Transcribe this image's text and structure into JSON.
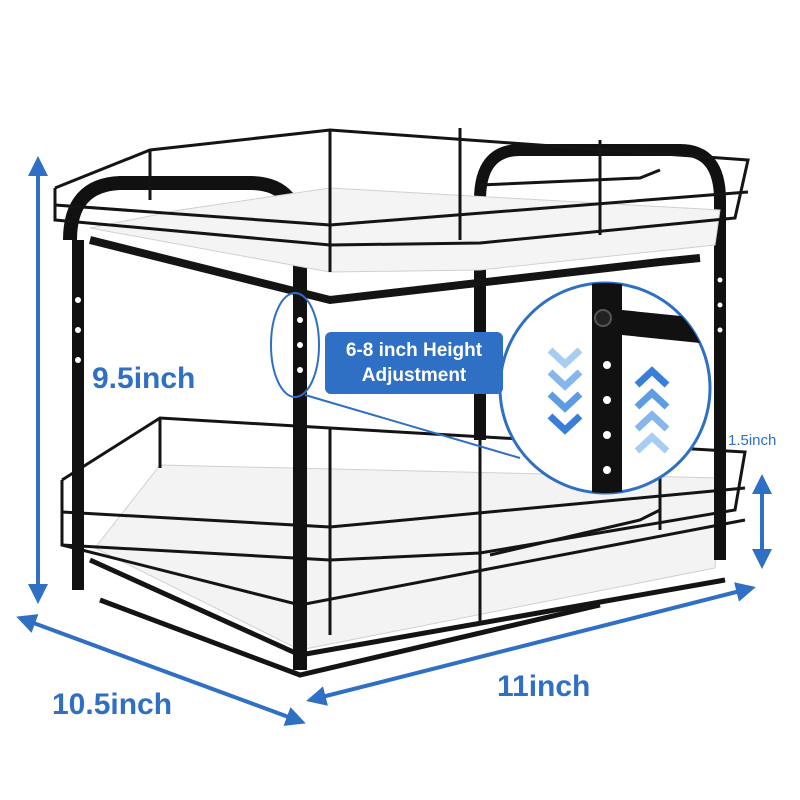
{
  "colors": {
    "accent": "#2f6fc4",
    "frame": "#141414",
    "shelf": "#f2f2f2",
    "callout_bg": "#2f6fc4",
    "chevron_down": "#6aa6e8",
    "chevron_up": "#6aa6e8"
  },
  "dimensions": {
    "height": "9.5inch",
    "depth": "10.5inch",
    "width": "11inch",
    "gap": "1.5inch"
  },
  "callout": {
    "line1": "6-8 inch Height",
    "line2": "Adjustment"
  },
  "icons": {
    "down_arrows": "chevron-down-icon",
    "up_arrows": "chevron-up-icon"
  }
}
